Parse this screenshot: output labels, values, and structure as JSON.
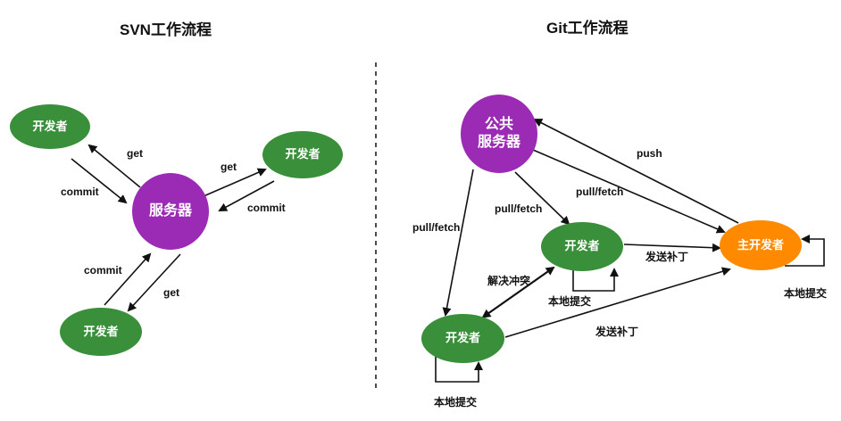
{
  "svn": {
    "title": "SVN工作流程",
    "server": "服务器",
    "dev_top_left": "开发者",
    "dev_right": "开发者",
    "dev_bottom": "开发者",
    "label_get_left": "get",
    "label_commit_left": "commit",
    "label_get_right": "get",
    "label_commit_right": "commit",
    "label_commit_bottom": "commit",
    "label_get_bottom": "get"
  },
  "git": {
    "title": "Git工作流程",
    "public_server": "公共\n服务器",
    "main_dev": "主开发者",
    "dev_middle": "开发者",
    "dev_bottom": "开发者",
    "label_push": "push",
    "label_pull_fetch_main": "pull/fetch",
    "label_pull_fetch_middle": "pull/fetch",
    "label_pull_fetch_left": "pull/fetch",
    "label_patch_middle": "发送补丁",
    "label_patch_bottom": "发送补丁",
    "label_resolve": "解决冲突",
    "label_local_middle": "本地提交",
    "label_local_main": "本地提交",
    "label_local_bottom": "本地提交"
  },
  "colors": {
    "developer": "#3a8f3a",
    "server": "#9b2bb5",
    "main_developer": "#ff8a00",
    "arrow": "#111111"
  }
}
